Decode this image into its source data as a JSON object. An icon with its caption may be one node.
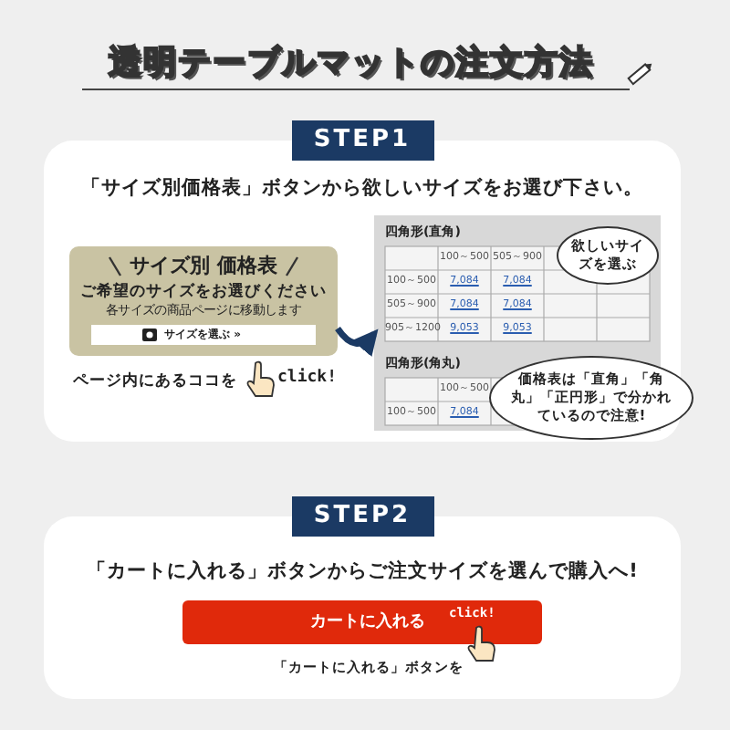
{
  "diagram": {
    "title": "透明テーブルマットの注文方法",
    "nodes": [
      {
        "text": [
          "STEP1",
          "「サイズ別価格表」ボタンから欲しいサイズをお選び下さい。"
        ]
      },
      {
        "text": [
          "サイズ別 価格表",
          "ご希望のサイズをお選びください",
          "各サイズの商品ページに移動します",
          "サイズを選ぶ »"
        ],
        "in": 0,
        "beside": [
          "ページ内にあるココを",
          "click!"
        ]
      },
      {
        "text": [
          "四角形(直角)",
          "100～500",
          "505～900",
          "100～500",
          "7,084",
          "7,084",
          "505～900",
          "7,084",
          "7,084",
          "905～1200",
          "9,053",
          "9,053",
          "四角形(角丸)",
          "100～500",
          "100～500",
          "7,084"
        ],
        "in": 0
      },
      {
        "text": [
          "欲しいサイズを選ぶ"
        ],
        "in": 2
      },
      {
        "text": [
          "価格表は「直角」「角丸」「正円形」で分かれているので注意!"
        ],
        "in": 0
      },
      {
        "text": [
          "STEP2",
          "「カートに入れる」ボタンからご注文サイズを選んで購入へ!"
        ]
      },
      {
        "text": [
          "カートに入れる",
          "click!"
        ],
        "in": 5,
        "beside": [
          "「カートに入れる」ボタンを"
        ]
      }
    ],
    "edges": [
      {
        "from": 1,
        "to": 2,
        "arrow": "to"
      }
    ]
  }
}
